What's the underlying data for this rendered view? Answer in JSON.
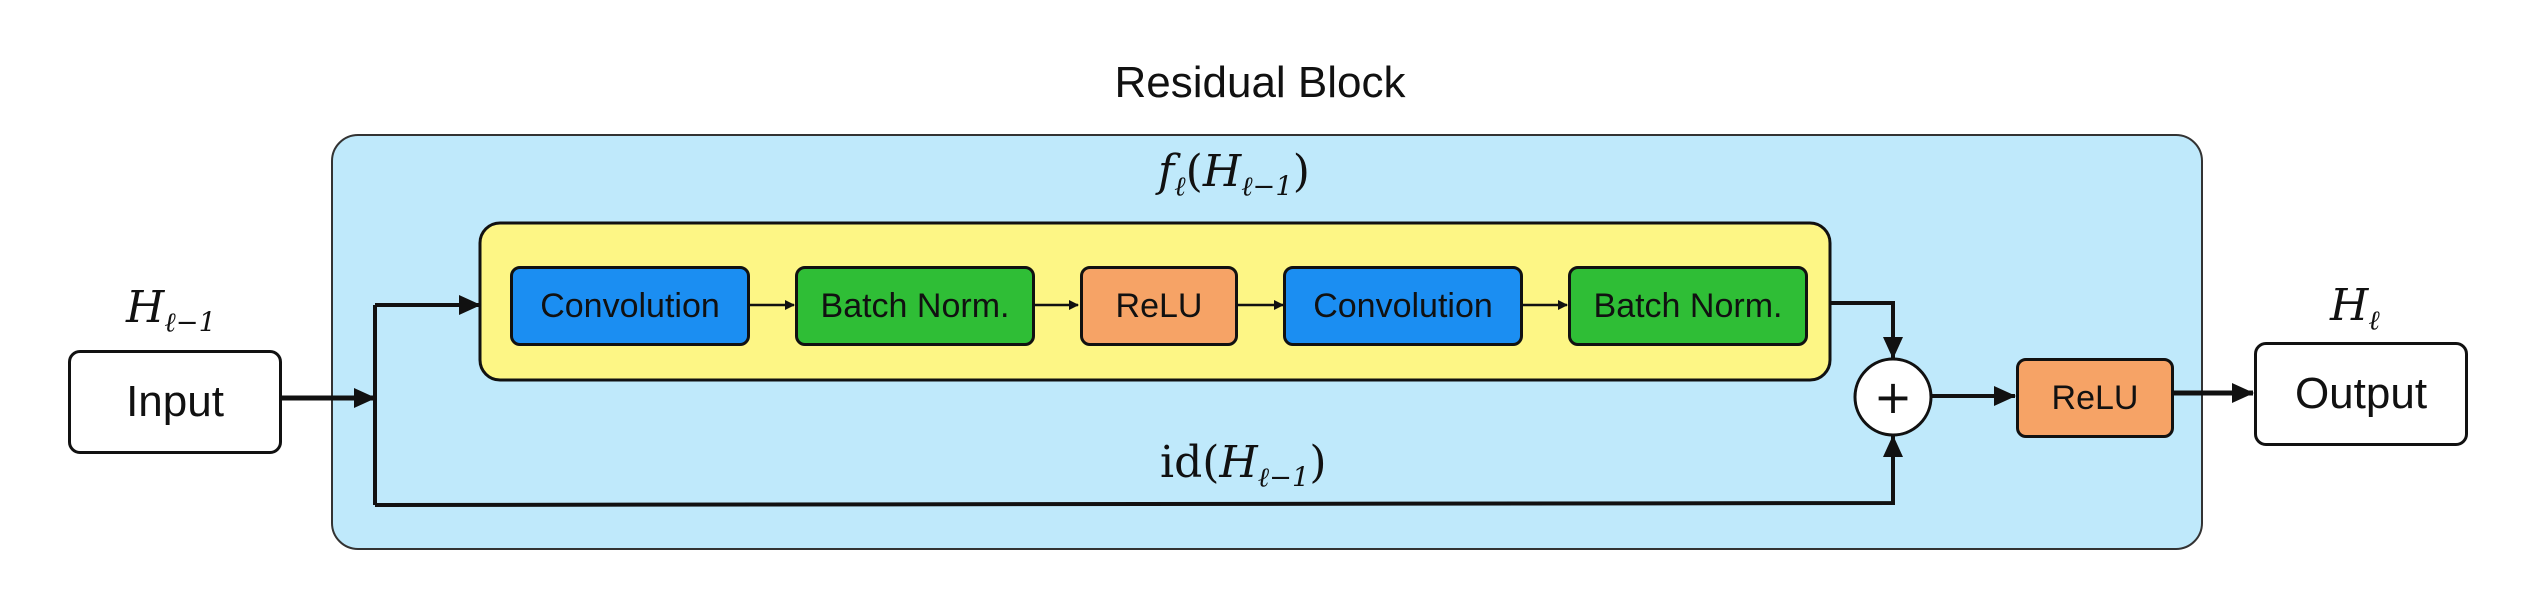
{
  "title": "Residual Block",
  "labels": {
    "input_var": {
      "base": "H",
      "sub": "ℓ−1"
    },
    "output_var": {
      "base": "H",
      "sub": "ℓ"
    },
    "residual_fn": {
      "func": "f",
      "func_sub": "ℓ",
      "arg": "H",
      "arg_sub": "ℓ−1"
    },
    "identity": {
      "op": "id",
      "arg": "H",
      "arg_sub": "ℓ−1"
    }
  },
  "nodes": {
    "input": "Input",
    "output": "Output",
    "layers": [
      {
        "label": "Convolution",
        "kind": "conv"
      },
      {
        "label": "Batch Norm.",
        "kind": "bn"
      },
      {
        "label": "ReLU",
        "kind": "relu"
      },
      {
        "label": "Convolution",
        "kind": "conv"
      },
      {
        "label": "Batch Norm.",
        "kind": "bn"
      }
    ],
    "post_relu": "ReLU",
    "add_symbol": "+"
  },
  "colors": {
    "block_bg": "#bfe9fb",
    "inner_bg": "#fdf685",
    "conv": "#1b8ef2",
    "batch_norm": "#2fbe36",
    "relu": "#f6a366",
    "stroke": "#111111"
  }
}
